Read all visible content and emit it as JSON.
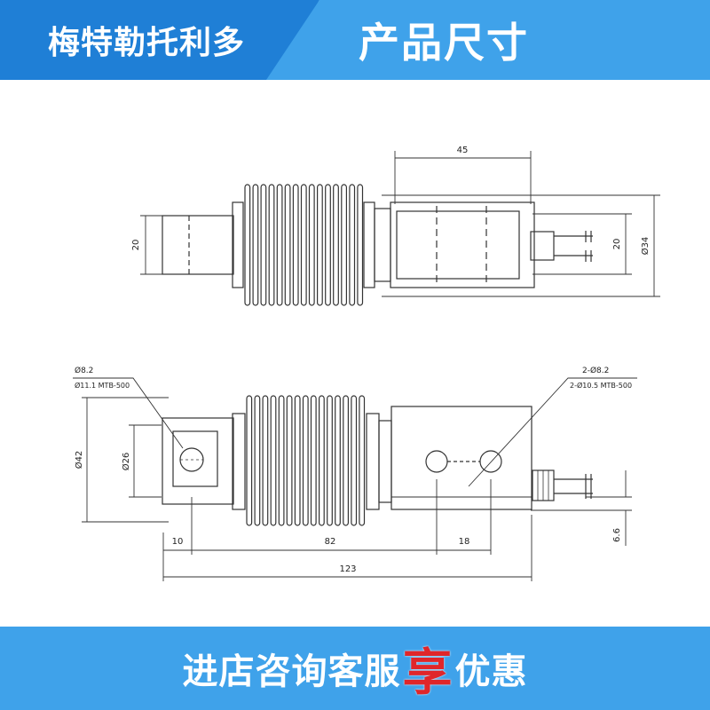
{
  "header": {
    "brand": "梅特勒托利多",
    "title": "产品尺寸"
  },
  "drawing": {
    "top_view": {
      "dim_45": "45",
      "dim_20_left": "20",
      "dim_20_right": "20",
      "dim_34": "Ø34"
    },
    "side_view": {
      "hole_left_1": "Ø8.2",
      "hole_left_2": "Ø11.1 MTB-500",
      "hole_right_1": "2-Ø8.2",
      "hole_right_2": "2-Ø10.5 MTB-500",
      "dim_42": "Ø42",
      "dim_26": "Ø26",
      "dim_10": "10",
      "dim_82": "82",
      "dim_18": "18",
      "dim_123": "123",
      "dim_6_6": "6.6"
    }
  },
  "footer": {
    "part1": "进店咨询客服",
    "highlight": "享",
    "part2": "优惠"
  }
}
